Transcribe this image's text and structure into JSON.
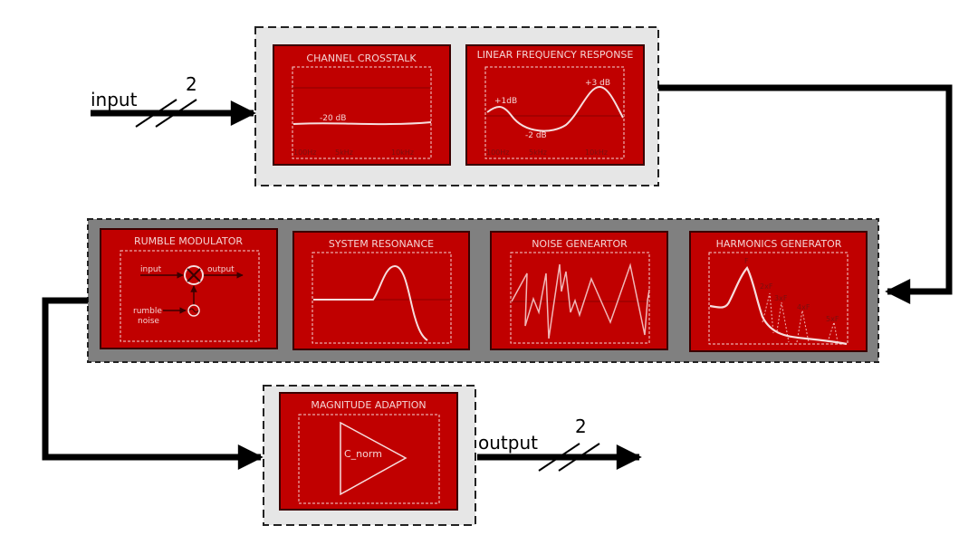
{
  "input": {
    "label": "input",
    "channels": "2"
  },
  "output": {
    "label": "output",
    "channels": "2"
  },
  "panels": {
    "crosstalk": {
      "title": "CHANNEL CROSSTALK",
      "level": "-20 dB",
      "ticks": [
        "100Hz",
        "5kHz",
        "10kHz"
      ]
    },
    "frequency_response": {
      "title": "LINEAR FREQUENCY RESPONSE",
      "labels": [
        "+1dB",
        "-2 dB",
        "+3 dB"
      ],
      "ticks": [
        "100Hz",
        "5kHz",
        "10kHz"
      ]
    },
    "rumble": {
      "title": "RUMBLE MODULATOR",
      "input": "input",
      "output": "output",
      "noise_line1": "rumble",
      "noise_line2": "noise"
    },
    "resonance": {
      "title": "SYSTEM RESONANCE"
    },
    "noise": {
      "title": "NOISE GENEARTOR"
    },
    "harmonics": {
      "title": "HARMONICS GENERATOR",
      "labels": [
        "F",
        "2xF",
        "3xF",
        "4xF",
        "5xF"
      ]
    },
    "magnitude": {
      "title": "MAGNITUDE ADAPTION",
      "gain": "C_norm"
    }
  },
  "colors": {
    "panel": "#c00000",
    "panel_border": "#3a0000",
    "stage_light": "#e6e6e6",
    "stage_dark": "#808080",
    "trace": "#f6dede"
  }
}
